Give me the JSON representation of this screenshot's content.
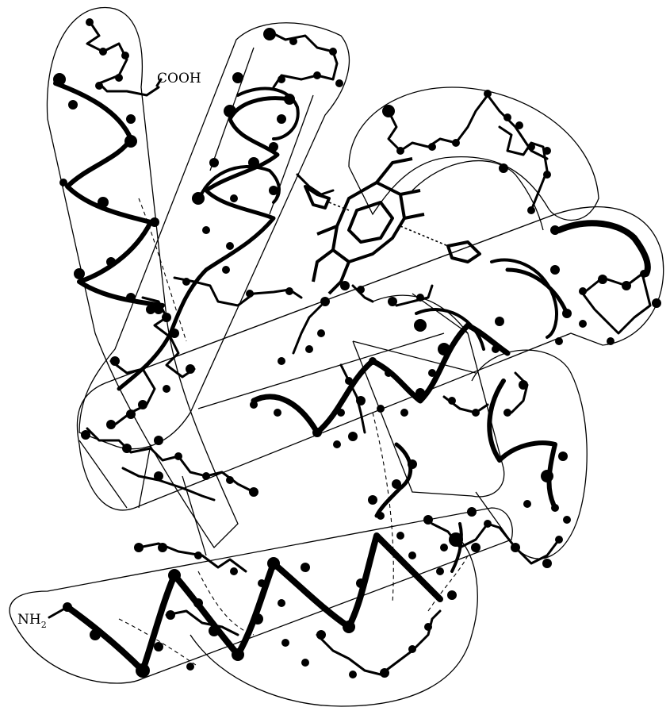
{
  "labels": {
    "c_terminus": "COOH",
    "n_terminus_main": "NH",
    "n_terminus_sub": "2"
  },
  "colors": {
    "ink": "#000000",
    "paper": "#ffffff"
  }
}
